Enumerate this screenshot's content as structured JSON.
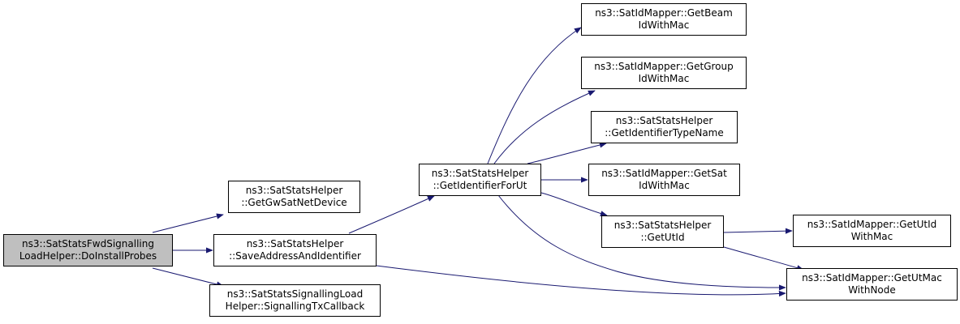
{
  "graph": {
    "edge_color": "#191970",
    "root_fill": "#bfbfbf",
    "nodes": {
      "do_install_probes": {
        "lines": [
          "ns3::SatStatsFwdSignalling",
          "LoadHelper::DoInstallProbes"
        ]
      },
      "get_gw_sat_net_device": {
        "lines": [
          "ns3::SatStatsHelper",
          "::GetGwSatNetDevice"
        ]
      },
      "save_address_and_identifier": {
        "lines": [
          "ns3::SatStatsHelper",
          "::SaveAddressAndIdentifier"
        ]
      },
      "signalling_tx_callback": {
        "lines": [
          "ns3::SatStatsSignallingLoad",
          "Helper::SignallingTxCallback"
        ]
      },
      "get_identifier_for_ut": {
        "lines": [
          "ns3::SatStatsHelper",
          "::GetIdentifierForUt"
        ]
      },
      "get_beam_id_with_mac": {
        "lines": [
          "ns3::SatIdMapper::GetBeam",
          "IdWithMac"
        ]
      },
      "get_group_id_with_mac": {
        "lines": [
          "ns3::SatIdMapper::GetGroup",
          "IdWithMac"
        ]
      },
      "get_identifier_type_name": {
        "lines": [
          "ns3::SatStatsHelper",
          "::GetIdentifierTypeName"
        ]
      },
      "get_sat_id_with_mac": {
        "lines": [
          "ns3::SatIdMapper::GetSat",
          "IdWithMac"
        ]
      },
      "get_ut_id": {
        "lines": [
          "ns3::SatStatsHelper",
          "::GetUtId"
        ]
      },
      "get_ut_id_with_mac": {
        "lines": [
          "ns3::SatIdMapper::GetUtId",
          "WithMac"
        ]
      },
      "get_ut_mac_with_node": {
        "lines": [
          "ns3::SatIdMapper::GetUtMac",
          "WithNode"
        ]
      }
    }
  }
}
